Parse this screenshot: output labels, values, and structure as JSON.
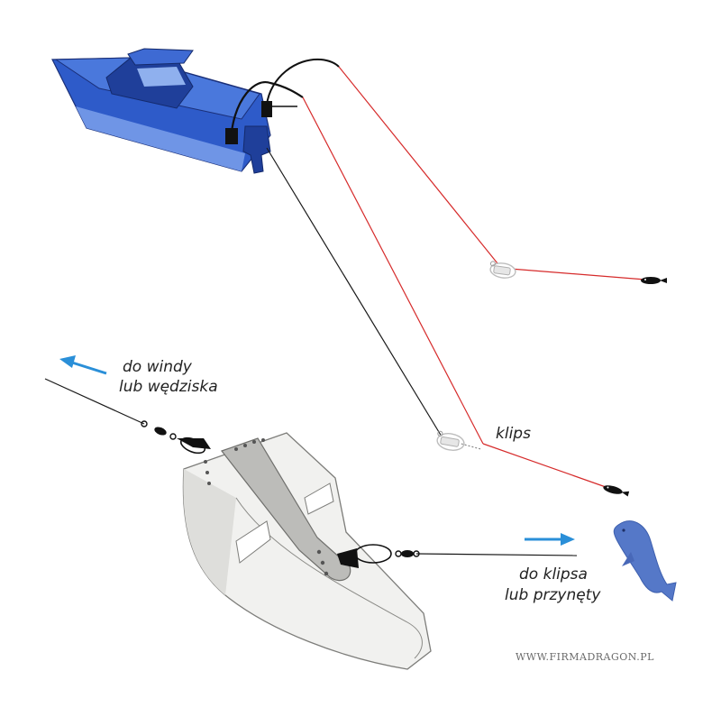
{
  "labels": {
    "to_winch_line1": "do windy",
    "to_winch_line2": "lub wędziska",
    "clip": "klips",
    "to_clip_line1": "do klipsa",
    "to_clip_line2": "lub przynęty"
  },
  "watermark": "WWW.FIRMADRAGON.PL",
  "colors": {
    "boat_dark": "#1f3f9a",
    "boat_mid": "#2e5bc9",
    "boat_light": "#6f95e6",
    "line_red": "#d62b2b",
    "line_black": "#1a1a1a",
    "arrow_blue": "#2a8fd8",
    "fish": "#5578c8",
    "planer_body": "#f1f1ef",
    "planer_keel": "#bcbcb9"
  },
  "icons": {
    "arrow_left": "arrow-left-icon",
    "arrow_right": "arrow-right-icon",
    "fish": "fish-icon",
    "boat": "boat-icon",
    "lure": "lure-icon",
    "clip": "release-clip-icon",
    "planer": "planer-board-icon"
  }
}
